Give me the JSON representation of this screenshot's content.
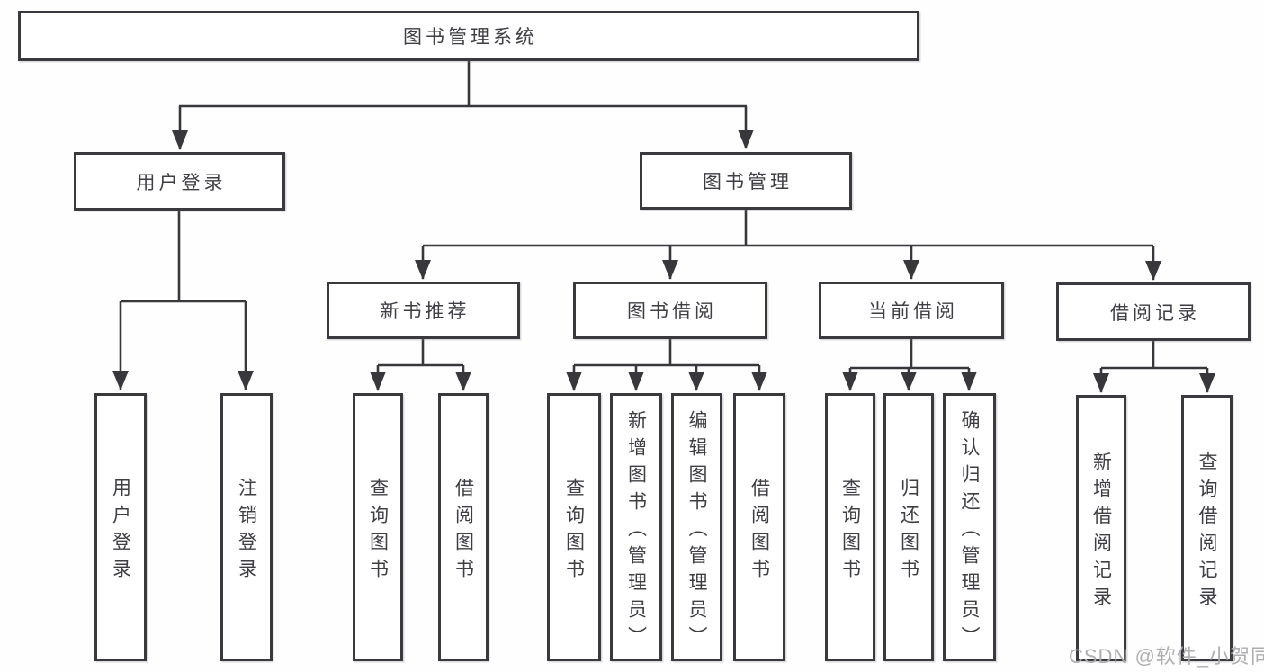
{
  "diagram": {
    "title": "图书管理系统",
    "nodes": {
      "root": "图书管理系统",
      "user_login": "用户登录",
      "book_mgmt": "图书管理",
      "new_book": "新书推荐",
      "book_borrow": "图书借阅",
      "current_borrow": "当前借阅",
      "borrow_record": "借阅记录",
      "leaf_user_login": "用户登录",
      "leaf_logout": "注销登录",
      "leaf_nb_query": "查询图书",
      "leaf_nb_borrow": "借阅图书",
      "leaf_bb_query": "查询图书",
      "leaf_bb_add": "新增图书（管理员）",
      "leaf_bb_edit": "编辑图书（管理员）",
      "leaf_bb_borrow": "借阅图书",
      "leaf_cb_query": "查询图书",
      "leaf_cb_return": "归还图书",
      "leaf_cb_confirm": "确认归还（管理员）",
      "leaf_br_add": "新增借阅记录",
      "leaf_br_query": "查询借阅记录"
    },
    "hierarchy": {
      "图书管理系统": {
        "用户登录": [
          "用户登录",
          "注销登录"
        ],
        "图书管理": {
          "新书推荐": [
            "查询图书",
            "借阅图书"
          ],
          "图书借阅": [
            "查询图书",
            "新增图书（管理员）",
            "编辑图书（管理员）",
            "借阅图书"
          ],
          "当前借阅": [
            "查询图书",
            "归还图书",
            "确认归还（管理员）"
          ],
          "借阅记录": [
            "新增借阅记录",
            "查询借阅记录"
          ]
        }
      }
    },
    "colors": {
      "line": "#38383c",
      "box_border": "#3a3a3e",
      "box_fill": "#ffffff",
      "text": "#3e3e44",
      "watermark": "#ababad",
      "background": "#fefefe"
    }
  },
  "watermark": "CSDN @软件_小贺同学"
}
